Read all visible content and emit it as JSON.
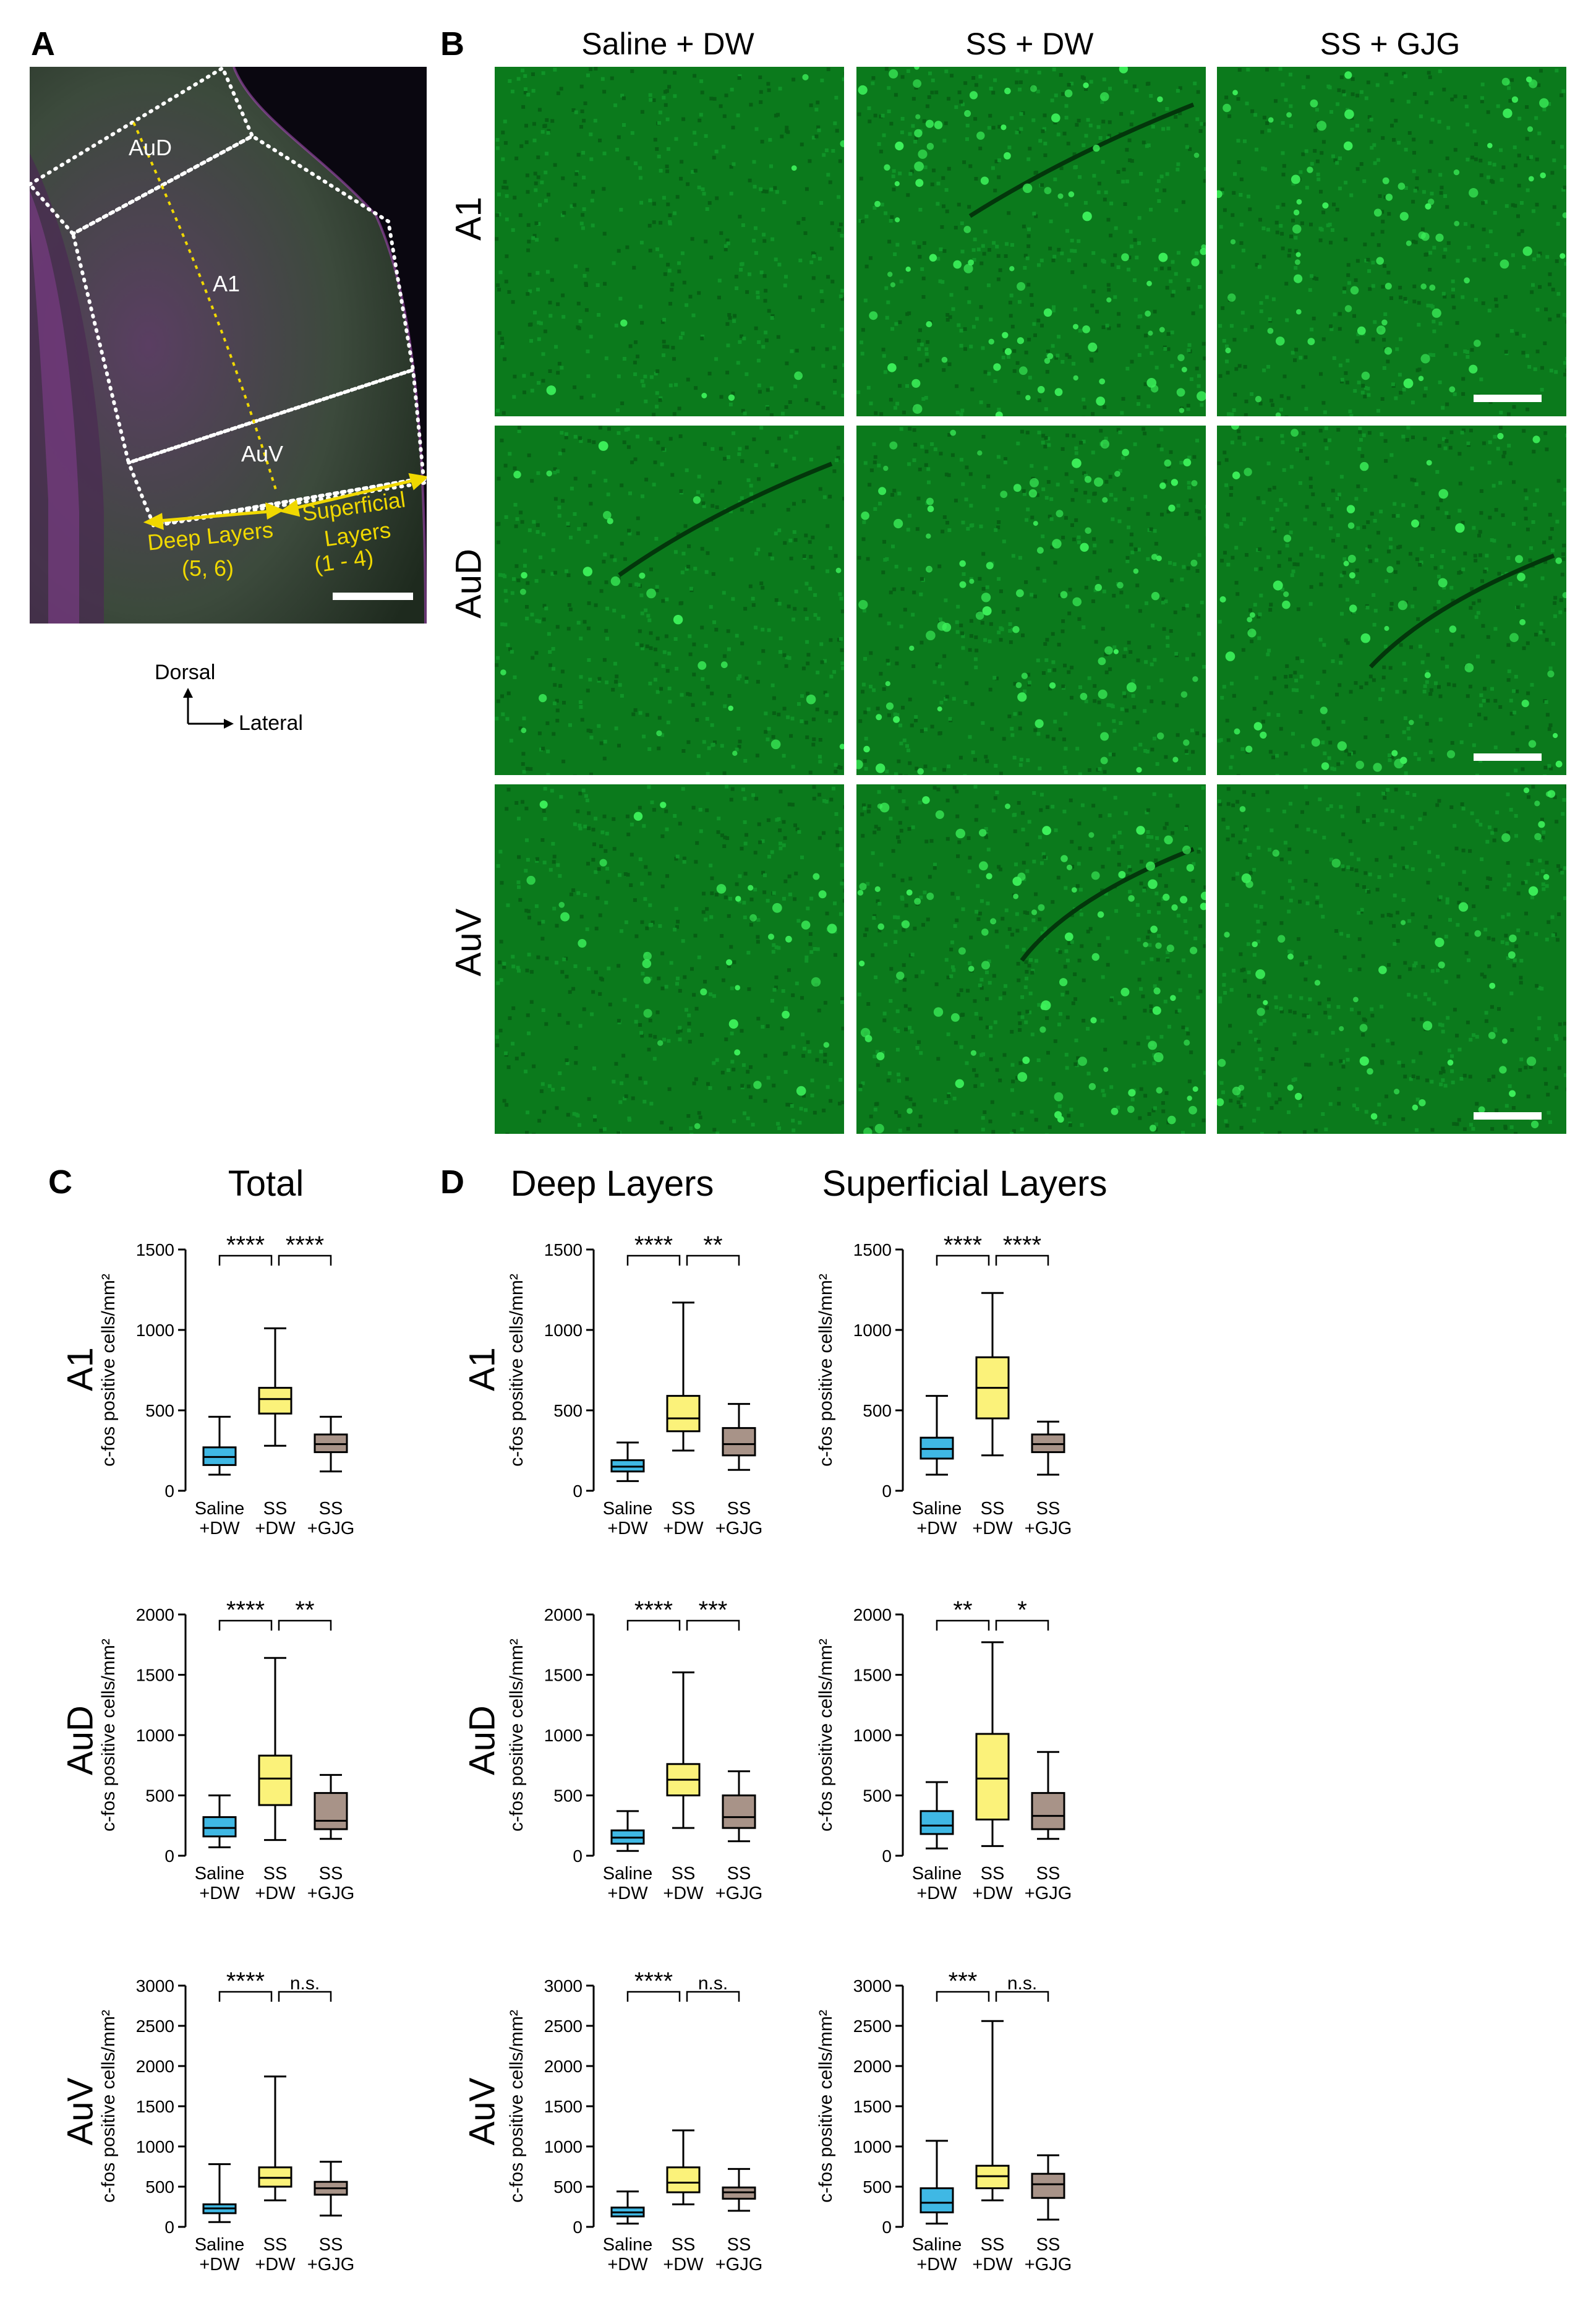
{
  "panel_labels": {
    "a": "A",
    "b": "B",
    "c": "C",
    "d": "D"
  },
  "panel_a": {
    "regions": [
      "AuD",
      "A1",
      "AuV"
    ],
    "deep_label": "Deep Layers",
    "deep_sub": "(5, 6)",
    "superficial_label": "Superficial",
    "superficial_sub1": "Layers",
    "superficial_sub2": "(1 - 4)",
    "orientation_vertical": "Dorsal",
    "orientation_horizontal": "Lateral"
  },
  "panel_b": {
    "columns": [
      "Saline + DW",
      "SS + DW",
      "SS + GJG"
    ],
    "rows": [
      "A1",
      "AuD",
      "AuV"
    ]
  },
  "titles": {
    "total": "Total",
    "deep": "Deep Layers",
    "superficial": "Superficial Layers"
  },
  "row_labels": [
    "A1",
    "AuD",
    "AuV"
  ],
  "colors": {
    "saline": "#3fb8e4",
    "ss_dw": "#fbf27a",
    "ss_gjg": "#a89388",
    "micro_green": "#0a8a20",
    "slice_purple": "#6b3f73",
    "yellow": "#f0d800"
  },
  "chart_data": [
    {
      "type": "box",
      "panel": "C",
      "region": "A1",
      "layer": "Total",
      "ylabel": "c-fos positive cells/mm²",
      "ylim": [
        0,
        1500
      ],
      "yticks": [
        0,
        500,
        1000,
        1500
      ],
      "categories": [
        "Saline\n+DW",
        "SS\n+DW",
        "SS\n+GJG"
      ],
      "boxes": [
        {
          "min": 100,
          "q1": 160,
          "median": 210,
          "q3": 270,
          "max": 460
        },
        {
          "min": 280,
          "q1": 480,
          "median": 570,
          "q3": 640,
          "max": 1010
        },
        {
          "min": 120,
          "q1": 240,
          "median": 290,
          "q3": 350,
          "max": 460
        }
      ],
      "sig": [
        "****",
        "****"
      ]
    },
    {
      "type": "box",
      "panel": "D",
      "region": "A1",
      "layer": "Deep Layers",
      "ylabel": "c-fos positive cells/mm²",
      "ylim": [
        0,
        1500
      ],
      "yticks": [
        0,
        500,
        1000,
        1500
      ],
      "categories": [
        "Saline\n+DW",
        "SS\n+DW",
        "SS\n+GJG"
      ],
      "boxes": [
        {
          "min": 60,
          "q1": 120,
          "median": 150,
          "q3": 190,
          "max": 300
        },
        {
          "min": 250,
          "q1": 370,
          "median": 450,
          "q3": 590,
          "max": 1170
        },
        {
          "min": 130,
          "q1": 220,
          "median": 290,
          "q3": 390,
          "max": 540
        }
      ],
      "sig": [
        "****",
        "**"
      ]
    },
    {
      "type": "box",
      "panel": "D",
      "region": "A1",
      "layer": "Superficial Layers",
      "ylabel": "c-fos positive cells/mm²",
      "ylim": [
        0,
        1500
      ],
      "yticks": [
        0,
        500,
        1000,
        1500
      ],
      "categories": [
        "Saline\n+DW",
        "SS\n+DW",
        "SS\n+GJG"
      ],
      "boxes": [
        {
          "min": 100,
          "q1": 200,
          "median": 260,
          "q3": 330,
          "max": 590
        },
        {
          "min": 220,
          "q1": 450,
          "median": 640,
          "q3": 830,
          "max": 1230
        },
        {
          "min": 100,
          "q1": 240,
          "median": 290,
          "q3": 350,
          "max": 430
        }
      ],
      "sig": [
        "****",
        "****"
      ]
    },
    {
      "type": "box",
      "panel": "C",
      "region": "AuD",
      "layer": "Total",
      "ylabel": "c-fos positive cells/mm²",
      "ylim": [
        0,
        2000
      ],
      "yticks": [
        0,
        500,
        1000,
        1500,
        2000
      ],
      "categories": [
        "Saline\n+DW",
        "SS\n+DW",
        "SS\n+GJG"
      ],
      "boxes": [
        {
          "min": 70,
          "q1": 160,
          "median": 230,
          "q3": 320,
          "max": 500
        },
        {
          "min": 130,
          "q1": 420,
          "median": 640,
          "q3": 830,
          "max": 1640
        },
        {
          "min": 140,
          "q1": 220,
          "median": 290,
          "q3": 520,
          "max": 670
        }
      ],
      "sig": [
        "****",
        "**"
      ]
    },
    {
      "type": "box",
      "panel": "D",
      "region": "AuD",
      "layer": "Deep Layers",
      "ylabel": "c-fos positive cells/mm²",
      "ylim": [
        0,
        2000
      ],
      "yticks": [
        0,
        500,
        1000,
        1500,
        2000
      ],
      "categories": [
        "Saline\n+DW",
        "SS\n+DW",
        "SS\n+GJG"
      ],
      "boxes": [
        {
          "min": 40,
          "q1": 100,
          "median": 150,
          "q3": 210,
          "max": 370
        },
        {
          "min": 230,
          "q1": 500,
          "median": 630,
          "q3": 760,
          "max": 1520
        },
        {
          "min": 120,
          "q1": 230,
          "median": 320,
          "q3": 500,
          "max": 700
        }
      ],
      "sig": [
        "****",
        "***"
      ]
    },
    {
      "type": "box",
      "panel": "D",
      "region": "AuD",
      "layer": "Superficial Layers",
      "ylabel": "c-fos positive cells/mm²",
      "ylim": [
        0,
        2000
      ],
      "yticks": [
        0,
        500,
        1000,
        1500,
        2000
      ],
      "categories": [
        "Saline\n+DW",
        "SS\n+DW",
        "SS\n+GJG"
      ],
      "boxes": [
        {
          "min": 60,
          "q1": 180,
          "median": 250,
          "q3": 370,
          "max": 610
        },
        {
          "min": 80,
          "q1": 300,
          "median": 640,
          "q3": 1010,
          "max": 1770
        },
        {
          "min": 140,
          "q1": 220,
          "median": 330,
          "q3": 520,
          "max": 860
        }
      ],
      "sig": [
        "**",
        "*"
      ]
    },
    {
      "type": "box",
      "panel": "C",
      "region": "AuV",
      "layer": "Total",
      "ylabel": "c-fos positive cells/mm²",
      "ylim": [
        0,
        3000
      ],
      "yticks": [
        0,
        500,
        1000,
        1500,
        2000,
        2500,
        3000
      ],
      "categories": [
        "Saline\n+DW",
        "SS\n+DW",
        "SS\n+GJG"
      ],
      "boxes": [
        {
          "min": 60,
          "q1": 170,
          "median": 230,
          "q3": 280,
          "max": 780
        },
        {
          "min": 330,
          "q1": 500,
          "median": 610,
          "q3": 740,
          "max": 1870
        },
        {
          "min": 140,
          "q1": 400,
          "median": 480,
          "q3": 560,
          "max": 810
        }
      ],
      "sig": [
        "****",
        "n.s."
      ]
    },
    {
      "type": "box",
      "panel": "D",
      "region": "AuV",
      "layer": "Deep Layers",
      "ylabel": "c-fos positive cells/mm²",
      "ylim": [
        0,
        3000
      ],
      "yticks": [
        0,
        500,
        1000,
        1500,
        2000,
        2500,
        3000
      ],
      "categories": [
        "Saline\n+DW",
        "SS\n+DW",
        "SS\n+GJG"
      ],
      "boxes": [
        {
          "min": 40,
          "q1": 130,
          "median": 180,
          "q3": 240,
          "max": 440
        },
        {
          "min": 280,
          "q1": 430,
          "median": 550,
          "q3": 740,
          "max": 1200
        },
        {
          "min": 200,
          "q1": 350,
          "median": 430,
          "q3": 490,
          "max": 720
        }
      ],
      "sig": [
        "****",
        "n.s."
      ]
    },
    {
      "type": "box",
      "panel": "D",
      "region": "AuV",
      "layer": "Superficial Layers",
      "ylabel": "c-fos positive cells/mm²",
      "ylim": [
        0,
        3000
      ],
      "yticks": [
        0,
        500,
        1000,
        1500,
        2000,
        2500,
        3000
      ],
      "categories": [
        "Saline\n+DW",
        "SS\n+DW",
        "SS\n+GJG"
      ],
      "boxes": [
        {
          "min": 40,
          "q1": 180,
          "median": 300,
          "q3": 480,
          "max": 1070
        },
        {
          "min": 330,
          "q1": 480,
          "median": 630,
          "q3": 760,
          "max": 2560
        },
        {
          "min": 90,
          "q1": 360,
          "median": 530,
          "q3": 660,
          "max": 890
        }
      ],
      "sig": [
        "***",
        "n.s."
      ]
    }
  ]
}
